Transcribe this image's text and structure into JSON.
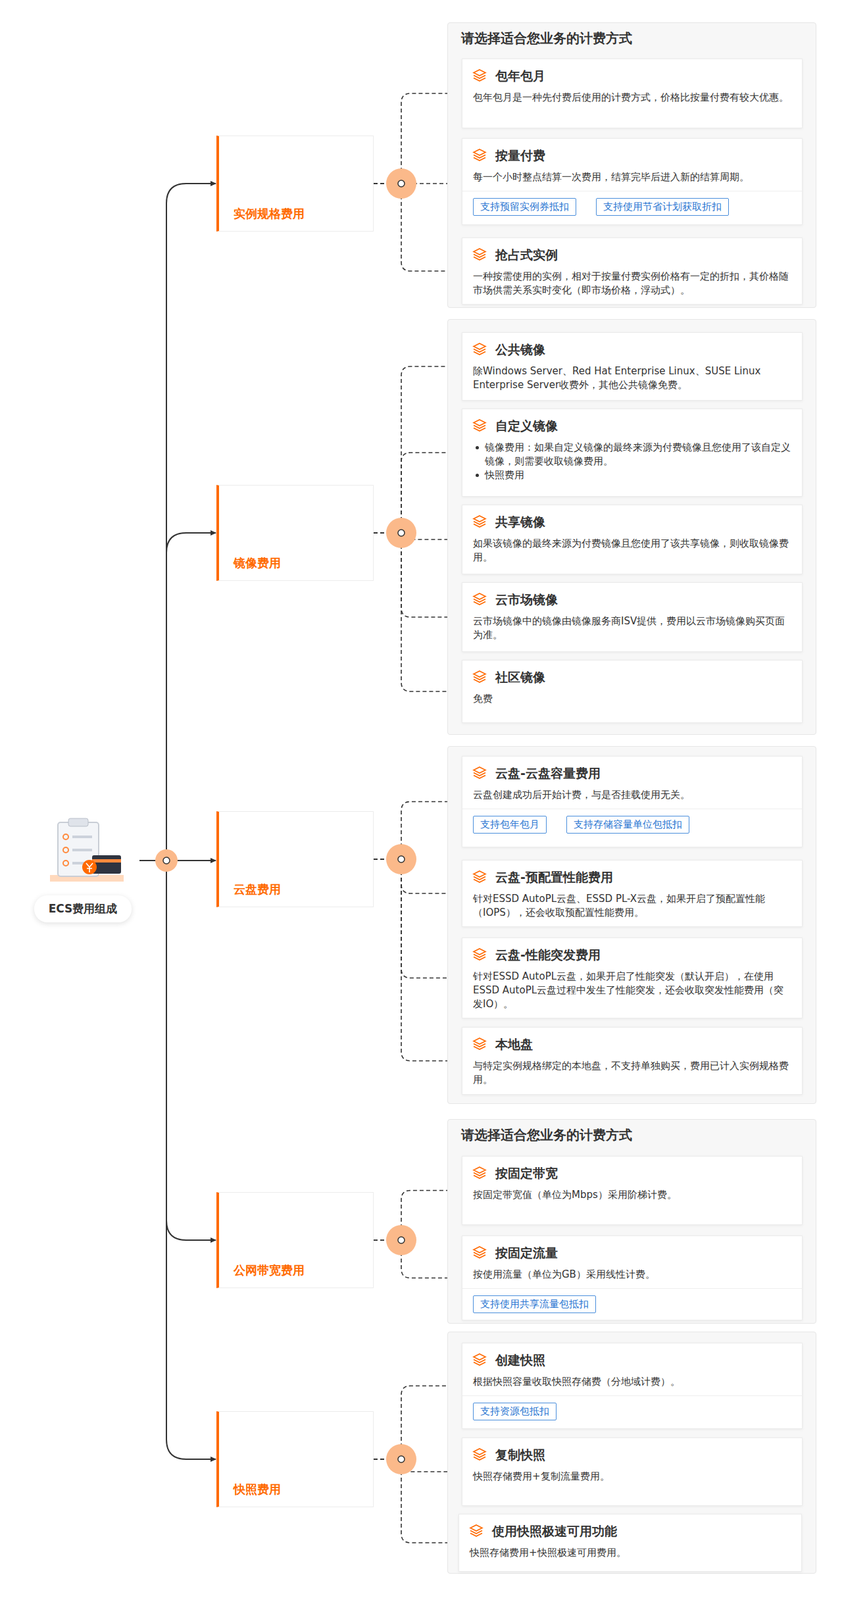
{
  "diagram": {
    "nodes": [
      {
        "text": [
          "ECS费用组成"
        ]
      },
      {
        "text": [
          "实例规格费用"
        ]
      },
      {
        "text": [
          "请选择适合您业务的计费方式"
        ]
      },
      {
        "text": [
          "包年包月",
          "包年包月是一种先付费后使用的计费方式，价格比按量付费有较大优惠。"
        ],
        "in": 2
      },
      {
        "text": [
          "按量付费",
          "每一个小时整点结算一次费用，结算完毕后进入新的结算周期。"
        ],
        "in": 2
      },
      {
        "text": [
          "支持预留实例券抵扣"
        ],
        "in": 4
      },
      {
        "text": [
          "支持使用节省计划获取折扣"
        ],
        "in": 4
      },
      {
        "text": [
          "抢占式实例",
          "一种按需使用的实例，相对于按量付费实例价格有一定的折扣，其价格随市场供需关系实时变化（即市场价格，浮动式）。"
        ],
        "in": 2
      },
      {
        "text": [
          "镜像费用"
        ]
      },
      {
        "text": []
      },
      {
        "text": [
          "公共镜像",
          "除Windows Server、Red Hat Enterprise Linux、SUSE Linux Enterprise Server收费外，其他公共镜像免费。"
        ],
        "in": 9
      },
      {
        "text": [
          "自定义镜像",
          "镜像费用：如果自定义镜像的最终来源为付费镜像且您使用了该自定义镜像，则需要收取镜像费用。",
          "快照费用"
        ],
        "in": 9
      },
      {
        "text": [
          "共享镜像",
          "如果该镜像的最终来源为付费镜像且您使用了该共享镜像，则收取镜像费用。"
        ],
        "in": 9
      },
      {
        "text": [
          "云市场镜像",
          "云市场镜像中的镜像由镜像服务商ISV提供，费用以云市场镜像购买页面为准。"
        ],
        "in": 9
      },
      {
        "text": [
          "社区镜像",
          "免费"
        ],
        "in": 9
      },
      {
        "text": [
          "云盘费用"
        ]
      },
      {
        "text": []
      },
      {
        "text": [
          "云盘-云盘容量费用",
          "云盘创建成功后开始计费，与是否挂载使用无关。"
        ],
        "in": 16
      },
      {
        "text": [
          "支持包年包月"
        ],
        "in": 17
      },
      {
        "text": [
          "支持存储容量单位包抵扣"
        ],
        "in": 17
      },
      {
        "text": [
          "云盘-预配置性能费用",
          "针对ESSD AutoPL云盘、ESSD PL-X云盘，如果开启了预配置性能（IOPS），还会收取预配置性能费用。"
        ],
        "in": 16
      },
      {
        "text": [
          "云盘-性能突发费用",
          "针对ESSD AutoPL云盘，如果开启了性能突发（默认开启），在使用ESSD AutoPL云盘过程中发生了性能突发，还会收取突发性能费用（突发IO）。"
        ],
        "in": 16
      },
      {
        "text": [
          "本地盘",
          "与特定实例规格绑定的本地盘，不支持单独购买，费用已计入实例规格费用。"
        ],
        "in": 16
      },
      {
        "text": [
          "公网带宽费用"
        ]
      },
      {
        "text": [
          "请选择适合您业务的计费方式"
        ]
      },
      {
        "text": [
          "按固定带宽",
          "按固定带宽值（单位为Mbps）采用阶梯计费。"
        ],
        "in": 24
      },
      {
        "text": [
          "按固定流量",
          "按使用流量（单位为GB）采用线性计费。"
        ],
        "in": 24
      },
      {
        "text": [
          "支持使用共享流量包抵扣"
        ],
        "in": 26
      },
      {
        "text": [
          "快照费用"
        ]
      },
      {
        "text": []
      },
      {
        "text": [
          "创建快照",
          "根据快照容量收取快照存储费（分地域计费）。"
        ],
        "in": 29
      },
      {
        "text": [
          "支持资源包抵扣"
        ],
        "in": 30
      },
      {
        "text": [
          "复制快照",
          "快照存储费用+复制流量费用。"
        ],
        "in": 29
      },
      {
        "text": [
          "使用快照极速可用功能",
          "快照存储费用+快照极速可用费用。"
        ],
        "in": 29
      }
    ],
    "edges": [
      {
        "from": 0,
        "to": 1,
        "arrow": "to"
      },
      {
        "from": 0,
        "to": 8,
        "arrow": "to"
      },
      {
        "from": 0,
        "to": 15,
        "arrow": "to"
      },
      {
        "from": 0,
        "to": 23,
        "arrow": "to"
      },
      {
        "from": 0,
        "to": 28,
        "arrow": "to"
      },
      {
        "from": 1,
        "to": 3,
        "arrow": "to"
      },
      {
        "from": 1,
        "to": 4,
        "arrow": "to"
      },
      {
        "from": 1,
        "to": 7,
        "arrow": "to"
      },
      {
        "from": 8,
        "to": 10,
        "arrow": "to"
      },
      {
        "from": 8,
        "to": 11,
        "arrow": "to"
      },
      {
        "from": 8,
        "to": 12,
        "arrow": "to"
      },
      {
        "from": 8,
        "to": 13,
        "arrow": "to"
      },
      {
        "from": 8,
        "to": 14,
        "arrow": "to"
      },
      {
        "from": 15,
        "to": 17,
        "arrow": "to"
      },
      {
        "from": 15,
        "to": 20,
        "arrow": "to"
      },
      {
        "from": 15,
        "to": 21,
        "arrow": "to"
      },
      {
        "from": 15,
        "to": 22,
        "arrow": "to"
      },
      {
        "from": 23,
        "to": 25,
        "arrow": "to"
      },
      {
        "from": 23,
        "to": 26,
        "arrow": "to"
      },
      {
        "from": 28,
        "to": 30,
        "arrow": "to"
      },
      {
        "from": 28,
        "to": 32,
        "arrow": "to"
      },
      {
        "from": 28,
        "to": 33,
        "arrow": "to"
      }
    ]
  }
}
